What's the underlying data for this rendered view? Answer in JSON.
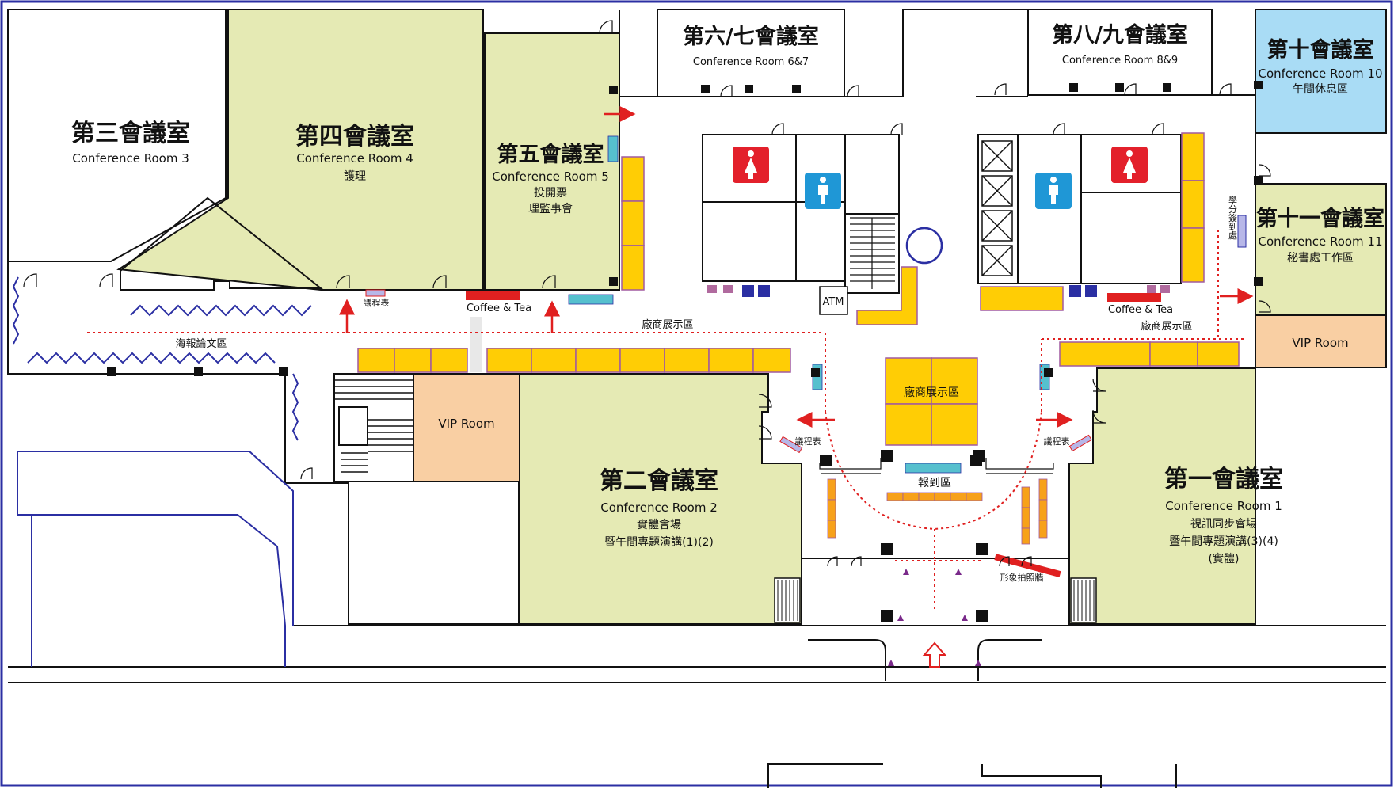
{
  "rooms": {
    "room1": {
      "zh": "第一會議室",
      "en": "Conference Room 1",
      "note1": "視訊同步會場",
      "note2": "暨午間專題演講(3)(4)",
      "note3": "(實體)"
    },
    "room2": {
      "zh": "第二會議室",
      "en": "Conference Room 2",
      "note1": "實體會場",
      "note2": "暨午間專題演講(1)(2)"
    },
    "room3": {
      "zh": "第三會議室",
      "en": "Conference Room 3"
    },
    "room4": {
      "zh": "第四會議室",
      "en": "Conference Room 4",
      "note1": "護理"
    },
    "room5": {
      "zh": "第五會議室",
      "en": "Conference Room 5",
      "note1": "投開票",
      "note2": "理監事會"
    },
    "room67": {
      "zh": "第六/七會議室",
      "en": "Conference Room 6&7"
    },
    "room89": {
      "zh": "第八/九會議室",
      "en": "Conference Room 8&9"
    },
    "room10": {
      "zh": "第十會議室",
      "en": "Conference Room 10",
      "note1": "午間休息區"
    },
    "room11": {
      "zh": "第十一會議室",
      "en": "Conference Room 11",
      "note1": "秘書處工作區"
    }
  },
  "labels": {
    "vip_left": "VIP Room",
    "vip_right": "VIP Room",
    "coffee_left": "Coffee & Tea",
    "coffee_right": "Coffee & Tea",
    "vendor_center": "廠商展示區",
    "vendor_left": "廠商展示區",
    "vendor_right": "廠商展示區",
    "poster": "海報論文區",
    "agenda_top": "議程表",
    "agenda_left": "議程表",
    "agenda_right": "議程表",
    "registration": "報到區",
    "atm": "ATM",
    "credit_signin": "學分簽到處",
    "photo_wall": "形象拍照牆"
  },
  "colors": {
    "room_fill": "#e5eab4",
    "room10_fill": "#a9dcf5",
    "vip_fill": "#f9cfa3",
    "booth": "#ffcd05",
    "booth_stroke": "#a05aa0",
    "booth_orange": "#f7a11a",
    "red": "#e02020",
    "teal": "#56c0ce",
    "navy": "#2b2fa3",
    "mauve": "#b06a9e",
    "outline": "#2b2fa3",
    "icon_red": "#e3202b",
    "icon_blue": "#1f97d6"
  }
}
